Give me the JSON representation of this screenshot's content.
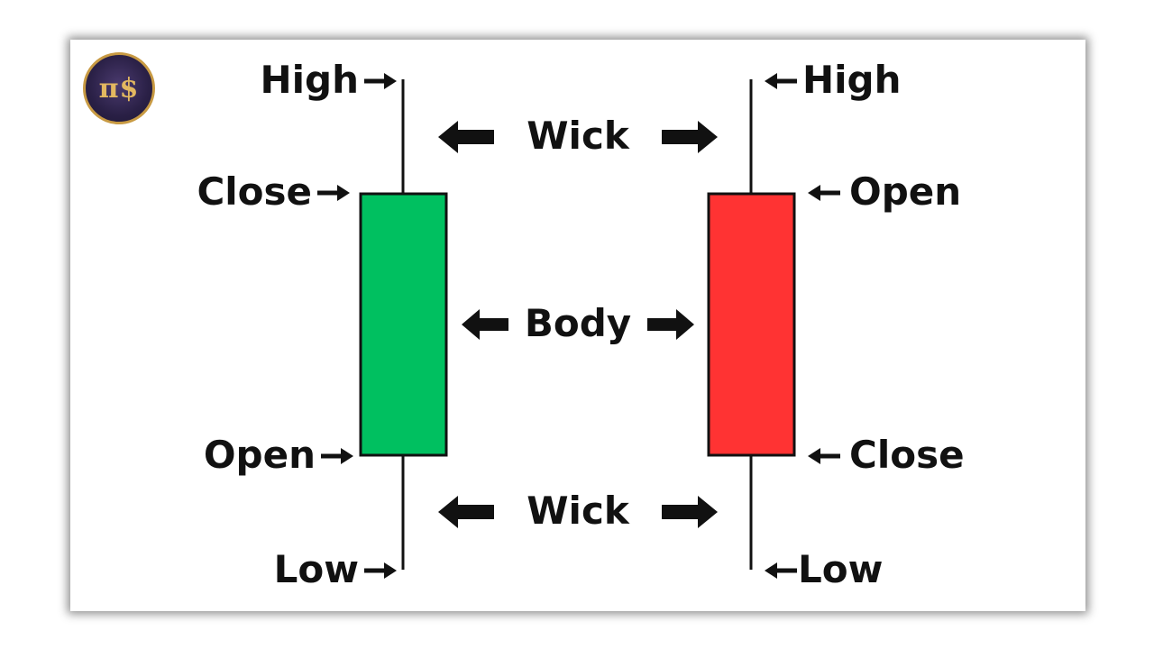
{
  "logo": {
    "text": "π$",
    "colors": {
      "ring": "#c89a43",
      "bg": "#2a2046",
      "text": "#e3b860"
    }
  },
  "left_candle": {
    "color": "#00c060",
    "labels": {
      "high": "High",
      "close": "Close",
      "open": "Open",
      "low": "Low"
    }
  },
  "right_candle": {
    "color": "#ff3333",
    "labels": {
      "high": "High",
      "open": "Open",
      "close": "Close",
      "low": "Low"
    }
  },
  "center": {
    "wick_top": "Wick",
    "body": "Body",
    "wick_bottom": "Wick"
  }
}
